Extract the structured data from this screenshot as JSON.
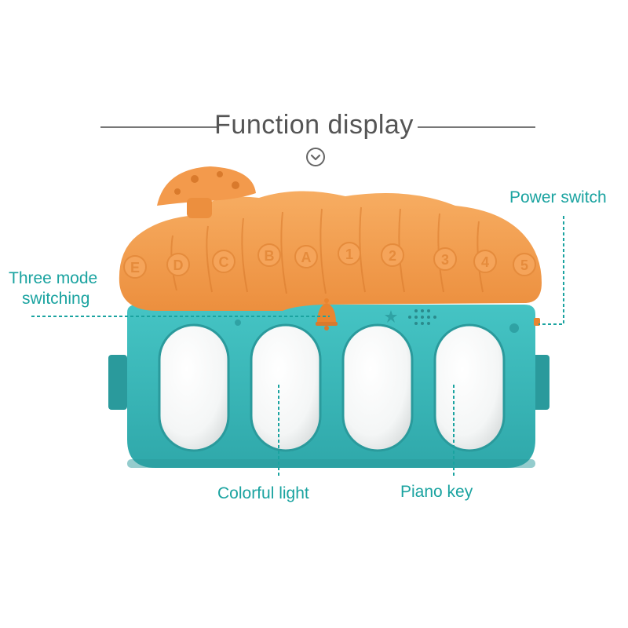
{
  "header": {
    "title": "Function display",
    "chevron_icon": "chevron-down-circle-icon"
  },
  "callouts": {
    "power_switch": "Power switch",
    "three_mode_line1": "Three mode",
    "three_mode_line2": "switching",
    "colorful_light": "Colorful light",
    "piano_key": "Piano key"
  },
  "toy": {
    "roof_letters": [
      "E",
      "D",
      "C",
      "B",
      "A",
      "1",
      "2",
      "3",
      "4",
      "5"
    ],
    "key_count": 4,
    "colors": {
      "roof": "#f39a4c",
      "roof_dark": "#d97a2c",
      "body": "#3ab8b8",
      "body_dark": "#2a9a9c",
      "accent_text": "#1aa3a0",
      "key": "#ffffff"
    }
  }
}
